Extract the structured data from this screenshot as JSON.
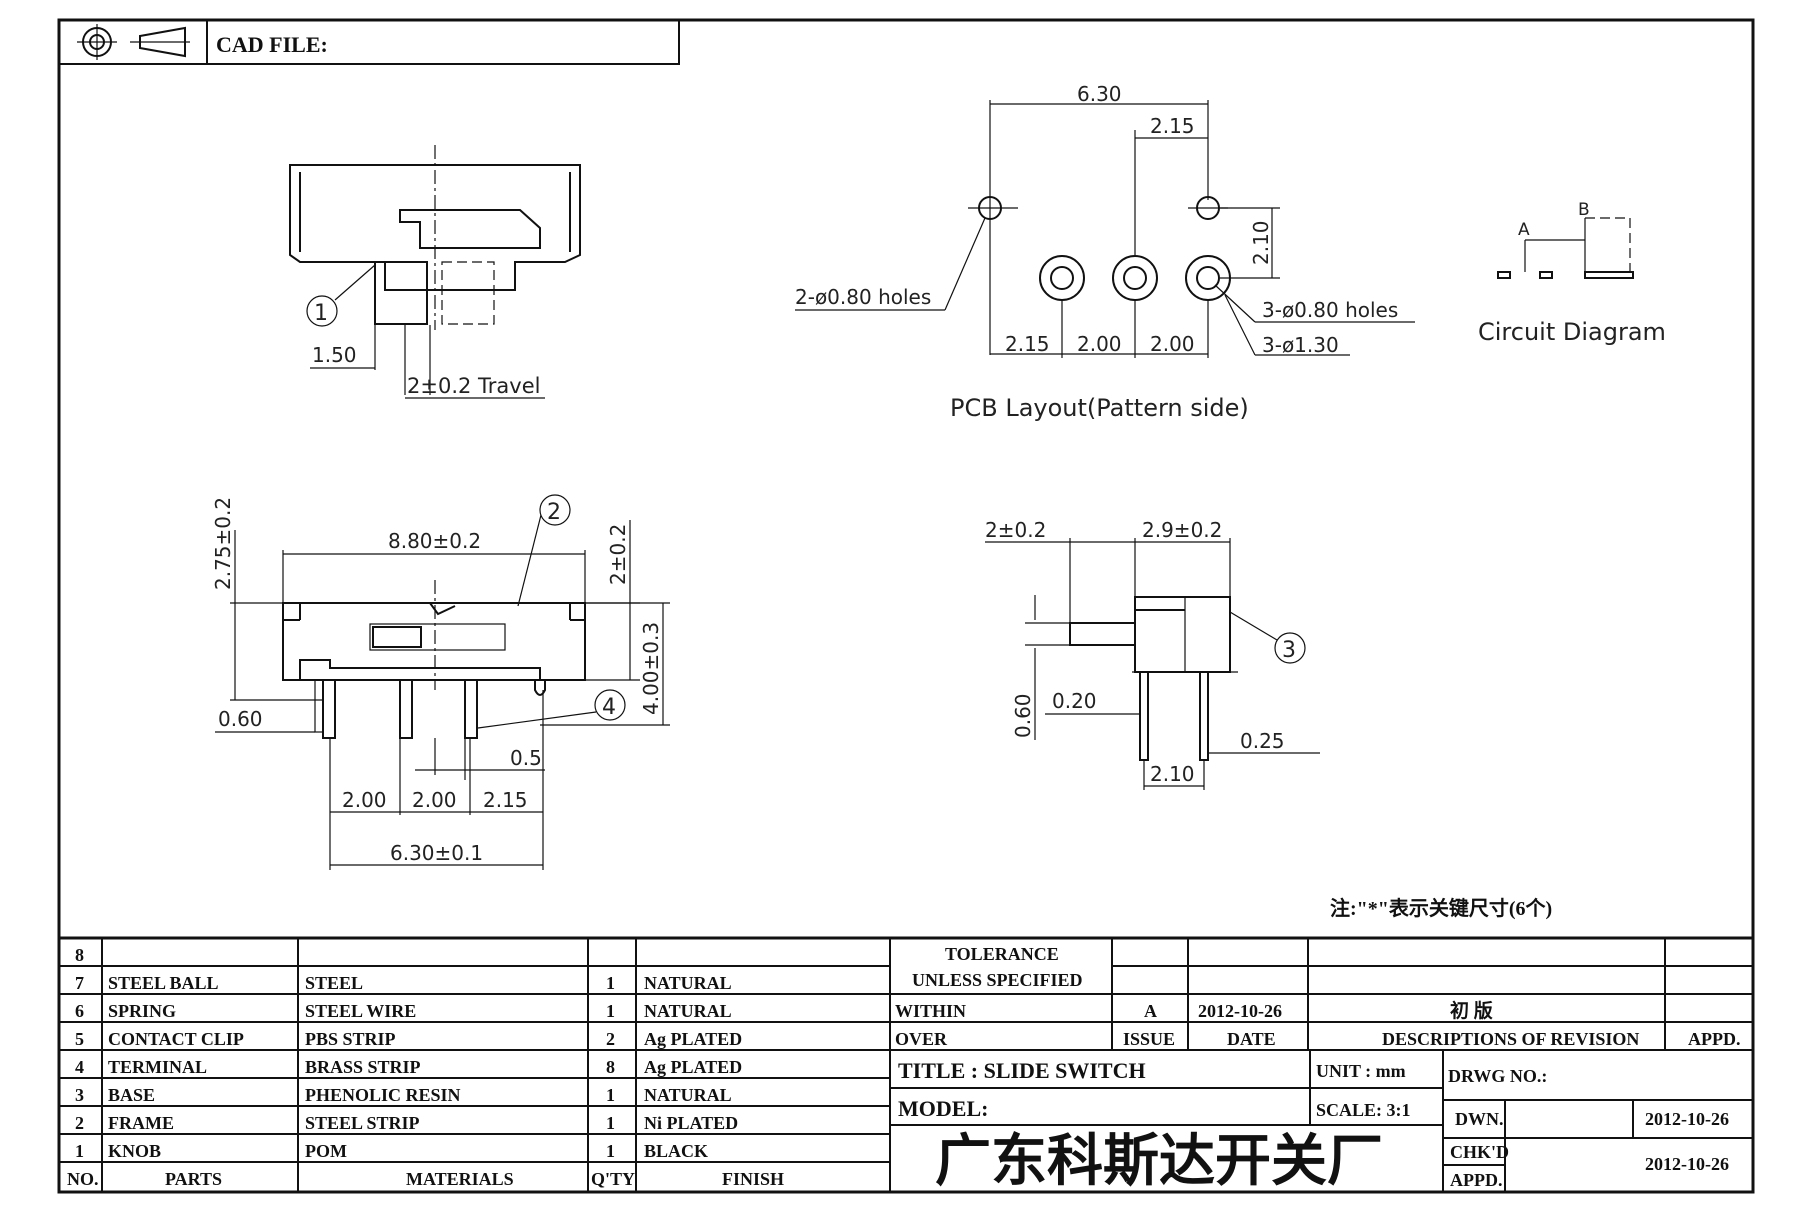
{
  "header": {
    "cad_file_label": "CAD FILE:"
  },
  "pcb": {
    "width_total": "6.30",
    "pitch_top": "2.15",
    "height_offset": "2.10",
    "holes_2": "2-ø0.80 holes",
    "holes_3": "3-ø0.80 holes",
    "pads_3": "3-ø1.30",
    "dim_a": "2.15",
    "dim_b": "2.00",
    "dim_c": "2.00",
    "caption": "PCB Layout(Pattern side)"
  },
  "circuit": {
    "label_a": "A",
    "label_b": "B",
    "caption": "Circuit Diagram"
  },
  "top_view": {
    "callout": "1",
    "dim_150": "1.50",
    "travel": "2±0.2 Travel"
  },
  "front_view": {
    "callout_2": "2",
    "callout_4": "4",
    "dim_width": "8.80±0.2",
    "dim_left_height": "2.75±0.2",
    "dim_right_height": "2±0.2",
    "dim_body_height": "4.00±0.3",
    "dim_pin": "0.60",
    "dim_05": "0.5",
    "dim_p1": "2.00",
    "dim_p2": "2.00",
    "dim_p3": "2.15",
    "dim_total": "6.30±0.1"
  },
  "side_view": {
    "callout_3": "3",
    "dim_knob": "2±0.2",
    "dim_body": "2.9±0.2",
    "dim_060": "0.60",
    "dim_020": "0.20",
    "dim_025": "0.25",
    "dim_210": "2.10"
  },
  "note": "注:\"*\"表示关键尺寸(6个)",
  "bom": {
    "rows": [
      {
        "no": "8",
        "part": "",
        "material": "",
        "qty": "",
        "finish": ""
      },
      {
        "no": "7",
        "part": "STEEL BALL",
        "material": "STEEL",
        "qty": "1",
        "finish": "NATURAL"
      },
      {
        "no": "6",
        "part": "SPRING",
        "material": "STEEL WIRE",
        "qty": "1",
        "finish": "NATURAL"
      },
      {
        "no": "5",
        "part": "CONTACT CLIP",
        "material": "PBS STRIP",
        "qty": "2",
        "finish": "Ag PLATED"
      },
      {
        "no": "4",
        "part": "TERMINAL",
        "material": "BRASS STRIP",
        "qty": "8",
        "finish": "Ag PLATED"
      },
      {
        "no": "3",
        "part": "BASE",
        "material": "PHENOLIC RESIN",
        "qty": "1",
        "finish": "NATURAL"
      },
      {
        "no": "2",
        "part": "FRAME",
        "material": "STEEL STRIP",
        "qty": "1",
        "finish": "Ni PLATED"
      },
      {
        "no": "1",
        "part": "KNOB",
        "material": "POM",
        "qty": "1",
        "finish": "BLACK"
      }
    ],
    "headers": {
      "no": "NO.",
      "parts": "PARTS",
      "materials": "MATERIALS",
      "qty": "Q'TY",
      "finish": "FINISH"
    }
  },
  "title_block": {
    "tolerance": "TOLERANCE",
    "unless_specified": "UNLESS SPECIFIED",
    "within": "WITHIN",
    "over": "OVER",
    "rev_issue": "A",
    "rev_date": "2012-10-26",
    "rev_description": "初 版",
    "hdr_issue": "ISSUE",
    "hdr_date": "DATE",
    "hdr_desc": "DESCRIPTIONS OF REVISION",
    "hdr_appd": "APPD.",
    "title": "TITLE : SLIDE SWITCH",
    "unit": "UNIT : mm",
    "drwg_no": "DRWG NO.:",
    "model": "MODEL:",
    "scale": "SCALE: 3:1",
    "dwn_label": "DWN.",
    "dwn_date": "2012-10-26",
    "chkd_label": "CHK'D",
    "appd_label": "APPD.",
    "chkd_date": "2012-10-26",
    "company": "广东科斯达开关厂"
  }
}
